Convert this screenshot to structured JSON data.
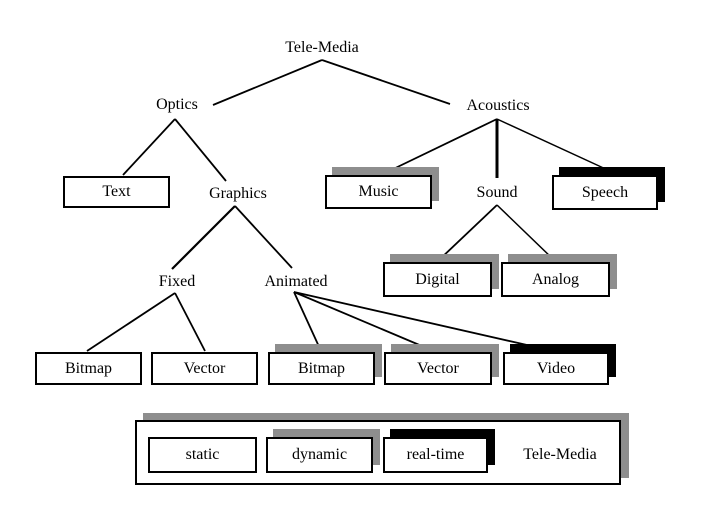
{
  "diagram": {
    "nodes": {
      "root": "Tele-Media",
      "optics": "Optics",
      "acoustics": "Acoustics",
      "text": "Text",
      "graphics": "Graphics",
      "music": "Music",
      "sound": "Sound",
      "speech": "Speech",
      "fixed": "Fixed",
      "animated": "Animated",
      "digital": "Digital",
      "analog": "Analog",
      "fixed_bitmap": "Bitmap",
      "fixed_vector": "Vector",
      "animated_bitmap": "Bitmap",
      "animated_vector": "Vector",
      "video": "Video"
    },
    "legend": {
      "static": "static",
      "dynamic": "dynamic",
      "real_time": "real-time",
      "title": "Tele-Media"
    },
    "styles": {
      "static": "plain box",
      "dynamic": "box with gray shadow",
      "real_time": "box with black shadow"
    },
    "colors": {
      "background": "#ffffff",
      "line": "#000000",
      "box_border": "#000000",
      "gray_shadow": "#8e8e8e",
      "black_shadow": "#000000"
    },
    "tree": {
      "label": "Tele-Media",
      "children": [
        {
          "label": "Optics",
          "children": [
            {
              "label": "Text",
              "style": "static"
            },
            {
              "label": "Graphics",
              "children": [
                {
                  "label": "Fixed",
                  "children": [
                    {
                      "label": "Bitmap",
                      "style": "static"
                    },
                    {
                      "label": "Vector",
                      "style": "static"
                    }
                  ]
                },
                {
                  "label": "Animated",
                  "children": [
                    {
                      "label": "Bitmap",
                      "style": "dynamic"
                    },
                    {
                      "label": "Vector",
                      "style": "dynamic"
                    },
                    {
                      "label": "Video",
                      "style": "real_time"
                    }
                  ]
                }
              ]
            }
          ]
        },
        {
          "label": "Acoustics",
          "children": [
            {
              "label": "Music",
              "style": "dynamic"
            },
            {
              "label": "Sound",
              "children": [
                {
                  "label": "Digital",
                  "style": "dynamic"
                },
                {
                  "label": "Analog",
                  "style": "dynamic"
                }
              ]
            },
            {
              "label": "Speech",
              "style": "real_time"
            }
          ]
        }
      ]
    }
  }
}
